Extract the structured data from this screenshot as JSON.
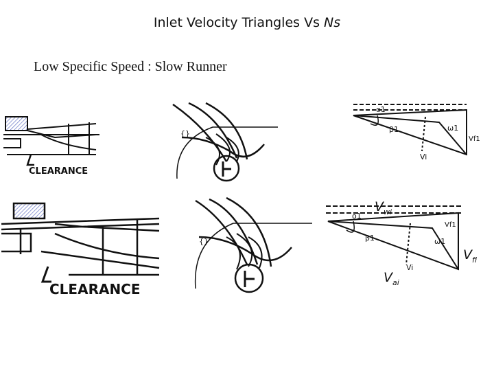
{
  "slide": {
    "title_main": "Inlet Velocity Triangles Vs ",
    "title_italic": "Ns",
    "subtitle": "Low Specific Speed : Slow Runner"
  },
  "figures": {
    "top": {
      "clearance_label": "CLEARANCE",
      "labels": [
        "o1",
        "β1",
        "ω1",
        "Vf1",
        "Vi"
      ]
    },
    "bottom": {
      "clearance_label": "CLEARANCE",
      "labels": [
        "o1",
        "β1",
        "ω1",
        "Vf1",
        "Vi"
      ]
    }
  },
  "annotations": {
    "vw": {
      "base": "V",
      "sub": "wi"
    },
    "vf": {
      "base": "V",
      "sub": "fi"
    },
    "va": {
      "base": "V",
      "sub": "ai"
    }
  },
  "colors": {
    "ink": "#111111",
    "hatch": "#6d7cc9"
  }
}
